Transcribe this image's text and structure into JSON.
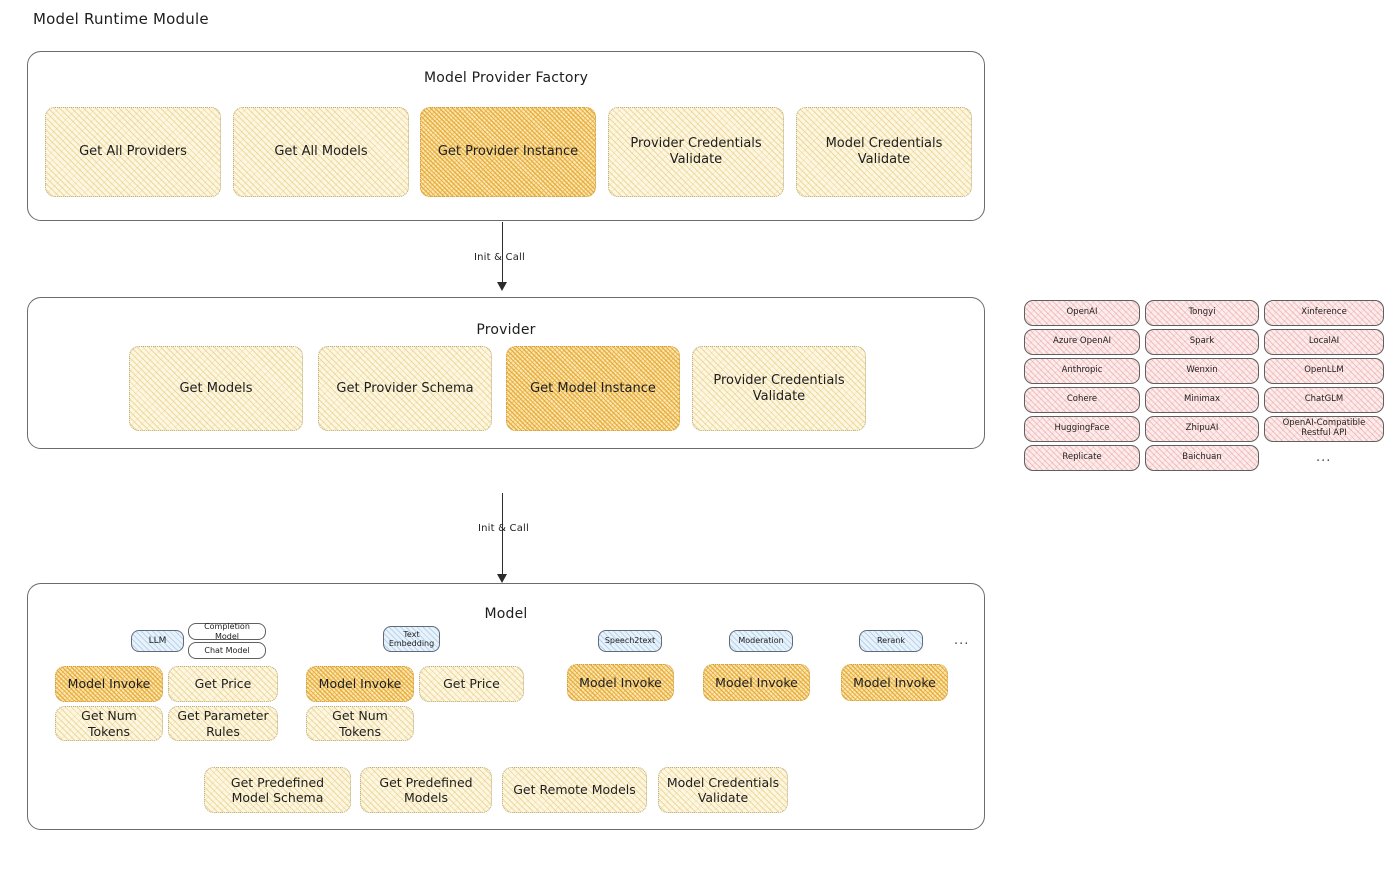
{
  "diagram": {
    "title": "Model Runtime Module"
  },
  "factory": {
    "title": "Model Provider Factory",
    "nodes": [
      {
        "label": "Get All Providers",
        "highlight": false
      },
      {
        "label": "Get All Models",
        "highlight": false
      },
      {
        "label": "Get Provider Instance",
        "highlight": true
      },
      {
        "label": "Provider Credentials Validate",
        "highlight": false
      },
      {
        "label": "Model Credentials Validate",
        "highlight": false
      }
    ]
  },
  "arrows": {
    "factory_to_provider": "Init & Call",
    "provider_to_model": "Init & Call"
  },
  "provider": {
    "title": "Provider",
    "nodes": [
      {
        "label": "Get Models",
        "highlight": false
      },
      {
        "label": "Get Provider Schema",
        "highlight": false
      },
      {
        "label": "Get Model Instance",
        "highlight": true
      },
      {
        "label": "Provider Credentials Validate",
        "highlight": false
      }
    ]
  },
  "provider_list": {
    "columns": [
      {
        "items": [
          "OpenAI",
          "Azure OpenAI",
          "Anthropic",
          "Cohere",
          "HuggingFace",
          "Replicate"
        ]
      },
      {
        "items": [
          "Tongyi",
          "Spark",
          "Wenxin",
          "Minimax",
          "ZhipuAI",
          "Baichuan"
        ]
      },
      {
        "items": [
          "Xinference",
          "LocalAI",
          "OpenLLM",
          "ChatGLM",
          "OpenAI-Compatible Restful API"
        ]
      }
    ],
    "more": "..."
  },
  "model": {
    "title": "Model",
    "more_badge": "...",
    "groups": [
      {
        "badge": "LLM",
        "sub_badges": [
          "Completion Model",
          "Chat Model"
        ],
        "nodes": [
          {
            "label": "Model Invoke",
            "highlight": true
          },
          {
            "label": "Get Price",
            "highlight": false
          },
          {
            "label": "Get Num Tokens",
            "highlight": false
          },
          {
            "label": "Get Parameter Rules",
            "highlight": false
          }
        ]
      },
      {
        "badge": "Text Embedding",
        "sub_badges": [],
        "nodes": [
          {
            "label": "Model Invoke",
            "highlight": true
          },
          {
            "label": "Get Price",
            "highlight": false
          },
          {
            "label": "Get Num Tokens",
            "highlight": false
          }
        ]
      },
      {
        "badge": "Speech2text",
        "sub_badges": [],
        "nodes": [
          {
            "label": "Model Invoke",
            "highlight": true
          }
        ]
      },
      {
        "badge": "Moderation",
        "sub_badges": [],
        "nodes": [
          {
            "label": "Model Invoke",
            "highlight": true
          }
        ]
      },
      {
        "badge": "Rerank",
        "sub_badges": [],
        "nodes": [
          {
            "label": "Model Invoke",
            "highlight": true
          }
        ]
      }
    ],
    "common_nodes": [
      {
        "label": "Get Predefined Model Schema"
      },
      {
        "label": "Get Predefined Models"
      },
      {
        "label": "Get Remote Models"
      },
      {
        "label": "Model Credentials Validate"
      }
    ]
  },
  "colors": {
    "highlight_fill": "#fbe6b4",
    "node_fill": "#fdf6e0",
    "provider_chip_fill": "#fdecec",
    "badge_fill": "#e8f2fb",
    "stroke": "#1e1e1e"
  }
}
